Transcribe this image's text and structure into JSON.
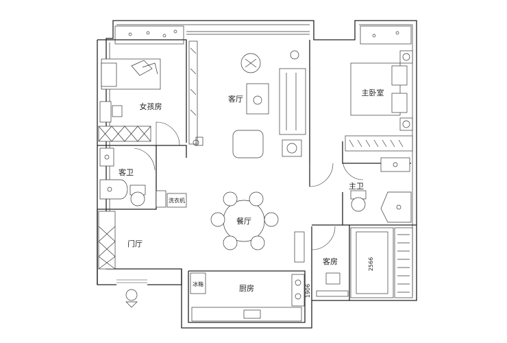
{
  "rooms": {
    "girl_room": "女孩房",
    "living_room": "客厅",
    "master_bedroom": "主卧室",
    "guest_bath": "客卫",
    "master_bath": "主卫",
    "dining_room": "餐厅",
    "foyer": "门厅",
    "guest_room": "客房",
    "kitchen": "厨房"
  },
  "fixtures": {
    "washing_machine": "洗衣机",
    "fridge": "冰箱"
  },
  "dimensions": {
    "guest_room_length": "2566",
    "kitchen_width": "1906"
  }
}
